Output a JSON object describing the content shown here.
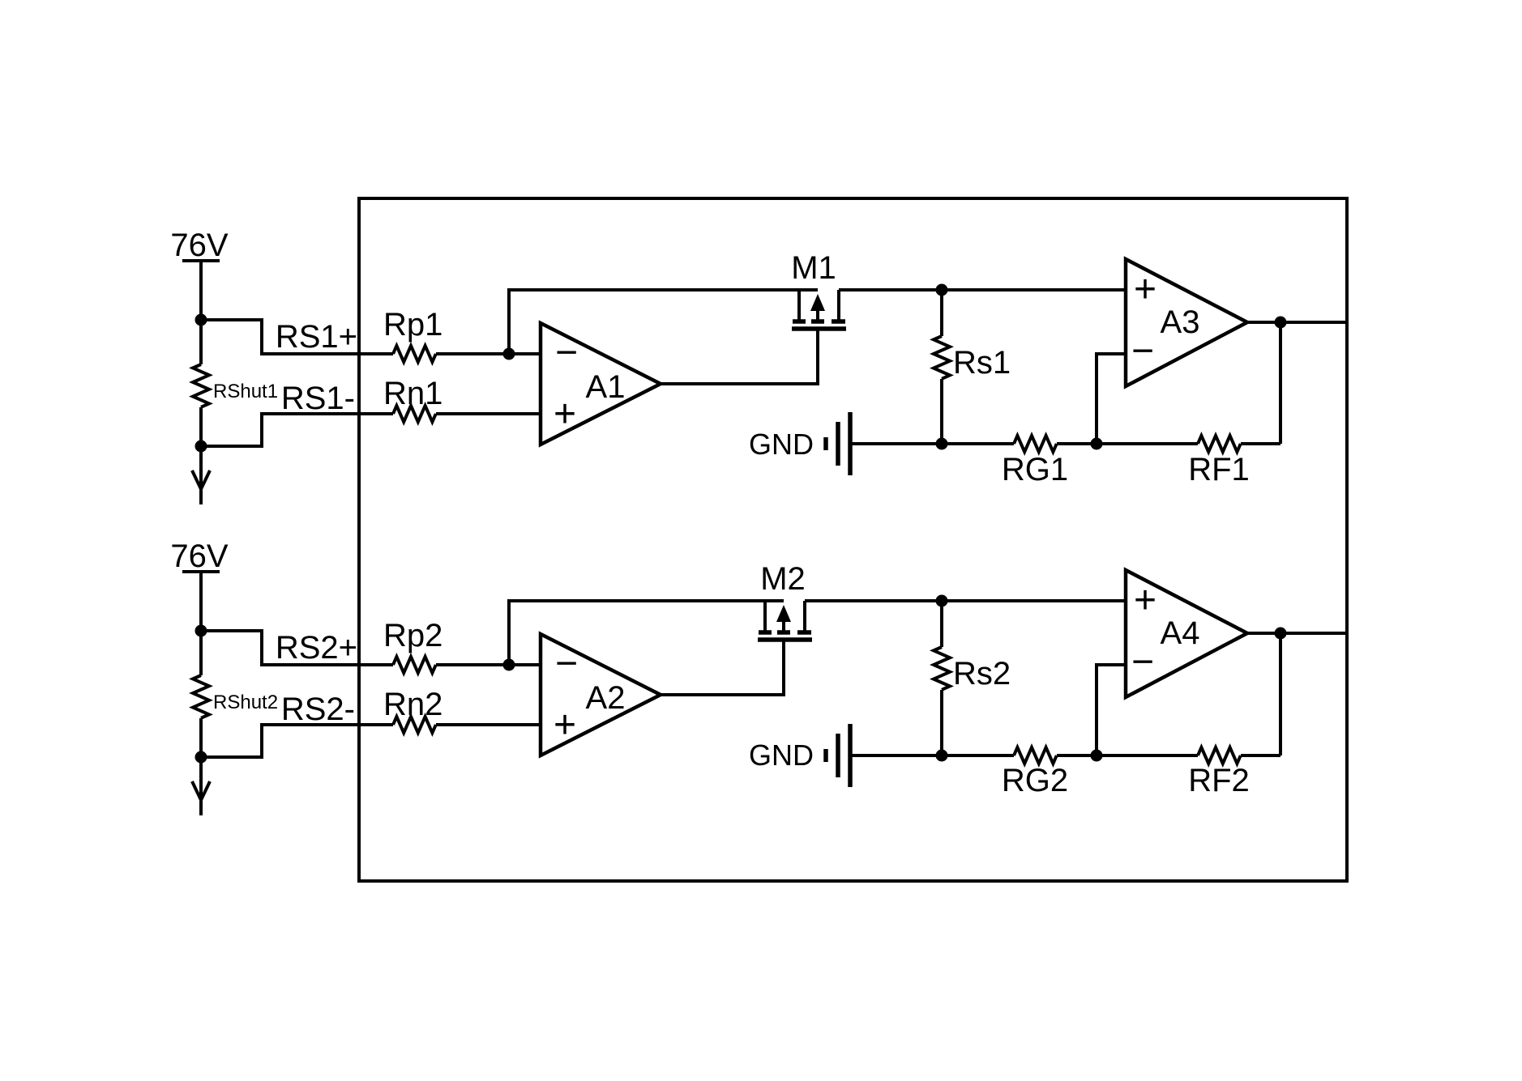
{
  "symbols": {
    "plus": "+",
    "minus": "−"
  },
  "colors": {
    "line": "#000000",
    "background": "#ffffff"
  },
  "channels": [
    {
      "supply": "76V",
      "shunt": "RShut1",
      "sense_pos": "RS1+",
      "sense_neg": "RS1-",
      "r_pos": "Rp1",
      "r_neg": "Rn1",
      "input_amp": "A1",
      "mosfet": "M1",
      "sense_res": "Rs1",
      "ground": "GND",
      "gain_res": "RG1",
      "feedback_res": "RF1",
      "output_amp": "A3"
    },
    {
      "supply": "76V",
      "shunt": "RShut2",
      "sense_pos": "RS2+",
      "sense_neg": "RS2-",
      "r_pos": "Rp2",
      "r_neg": "Rn2",
      "input_amp": "A2",
      "mosfet": "M2",
      "sense_res": "Rs2",
      "ground": "GND",
      "gain_res": "RG2",
      "feedback_res": "RF2",
      "output_amp": "A4"
    }
  ]
}
